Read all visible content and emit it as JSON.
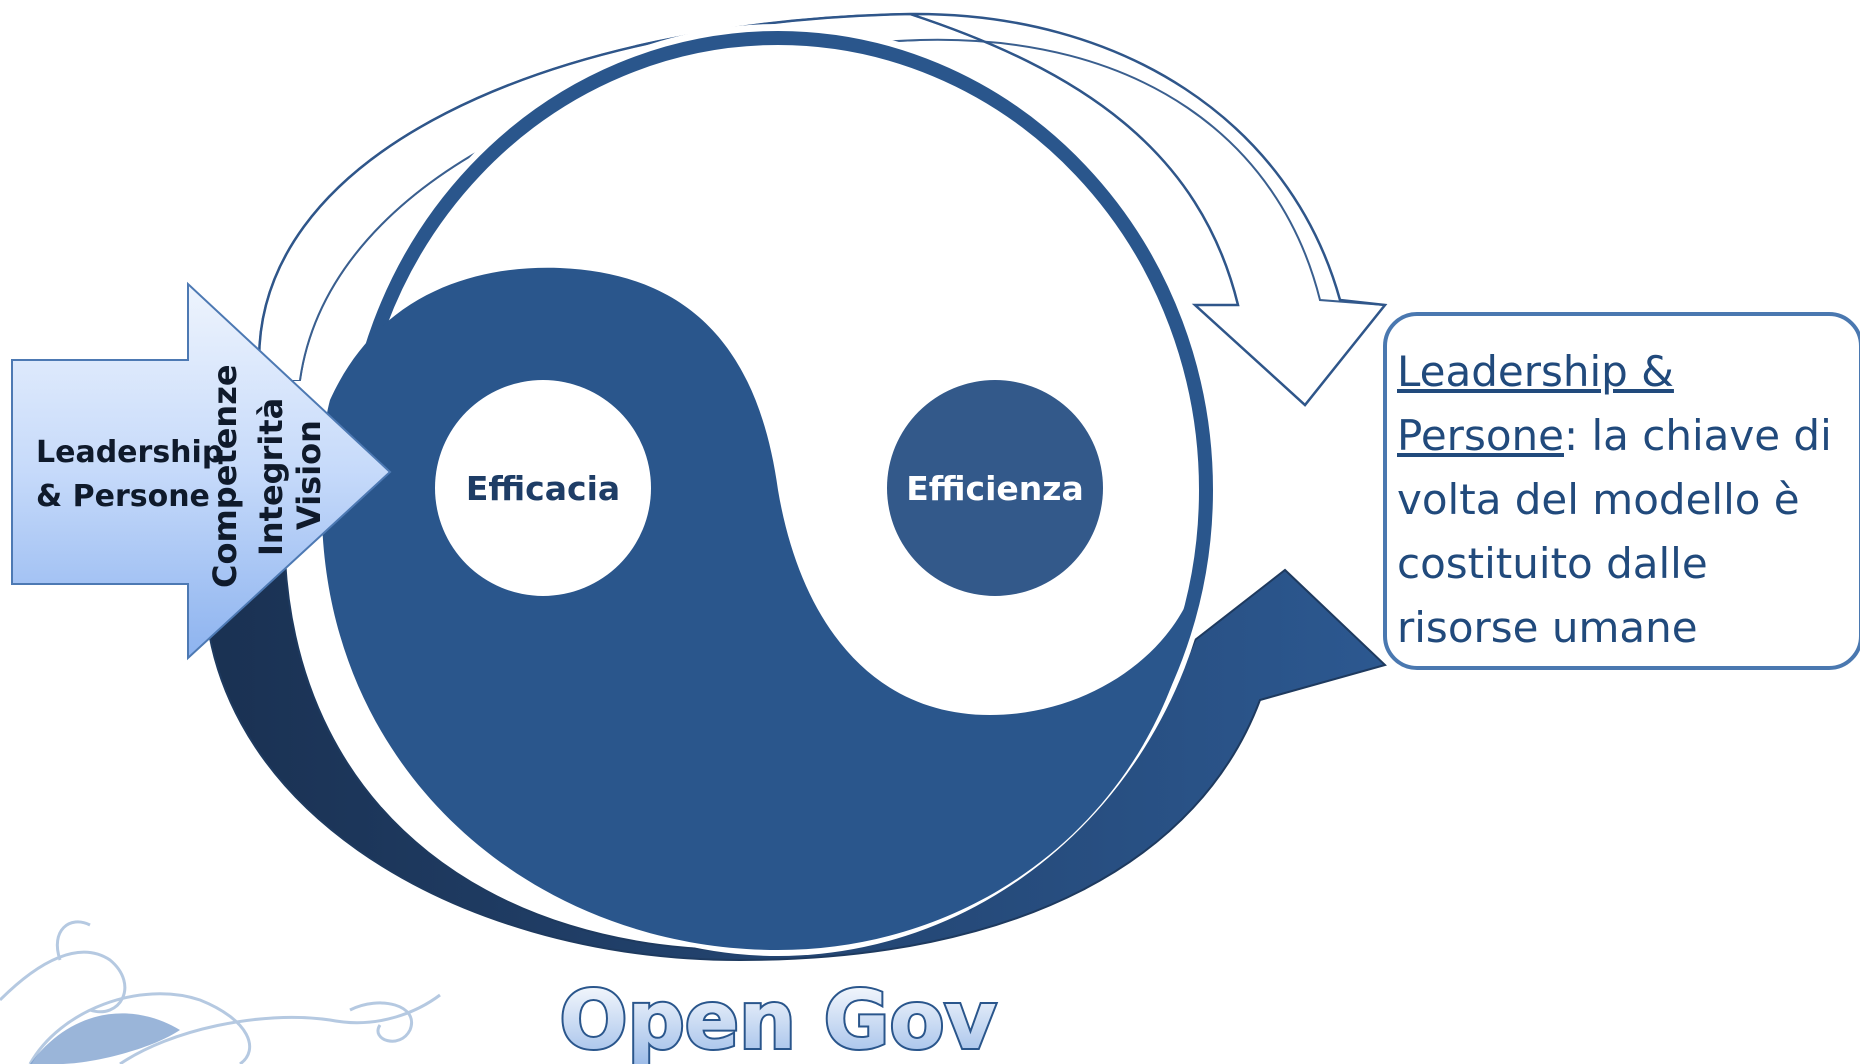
{
  "diagram": {
    "input_arrow": {
      "title_line1": "Leadership",
      "title_line2": "& Persone",
      "qualities": [
        "Competenze",
        "Integrità",
        "Vision"
      ]
    },
    "yin_yang": {
      "left_label": "Efficacia",
      "right_label": "Efficienza"
    },
    "callout": {
      "underlined": "Leadership & Persone",
      "line1": "Leadership &",
      "line2_underlined": "Persone",
      "line2_rest": ": la chiave di",
      "line3": "volta del modello è",
      "line4": "costituito dalle",
      "line5": "risorse umane"
    },
    "footer_title": "Open Gov",
    "colors": {
      "primary_blue": "#2a568c",
      "dark_navy": "#1d3658",
      "mid_blue": "#2f5b8e",
      "light_gray": "#c7c9cc",
      "callout_border": "#4a78b0",
      "arrow_gradient_top": "#e8f0fd",
      "arrow_gradient_bottom": "#8fb5f0"
    }
  }
}
